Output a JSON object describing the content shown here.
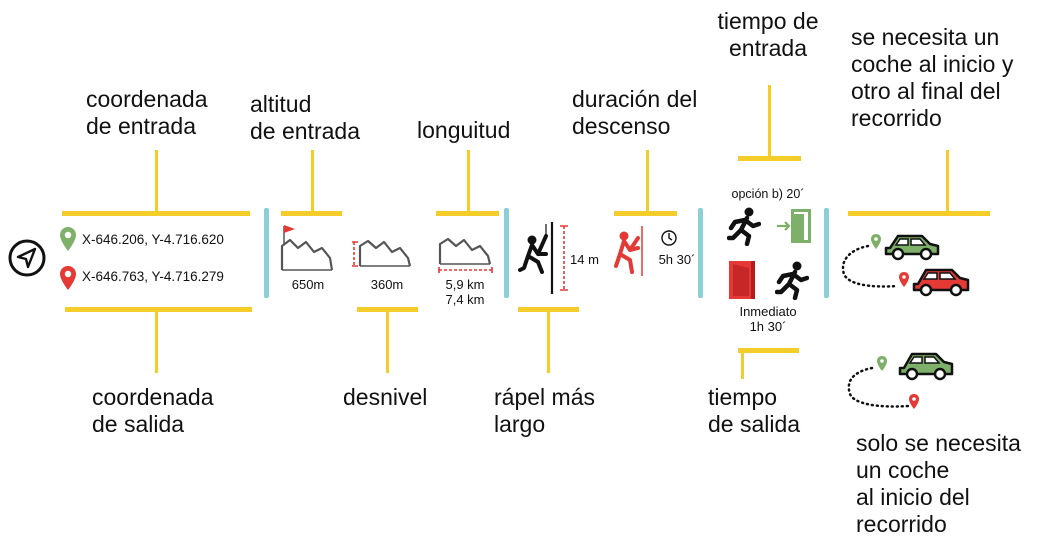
{
  "labels": {
    "coord_entrada": [
      "coordenada",
      "de entrada"
    ],
    "altitud_entrada": [
      "altitud",
      "de entrada"
    ],
    "longuitud": "longuitud",
    "duracion_descenso": [
      "duración del",
      "descenso"
    ],
    "tiempo_entrada": [
      "tiempo de",
      "entrada"
    ],
    "dos_coches": [
      "se necesita un",
      "coche al inicio y",
      "otro al final del",
      "recorrido"
    ],
    "coord_salida": [
      "coordenada",
      "de salida"
    ],
    "desnivel": "desnivel",
    "rapel_largo": [
      "rápel más",
      "largo"
    ],
    "tiempo_salida": [
      "tiempo",
      "de salida"
    ],
    "un_coche": [
      "solo se necesita",
      "un coche",
      "al inicio del",
      "recorrido"
    ]
  },
  "values": {
    "coord_start": "X-646.206, Y-4.716.620",
    "coord_end": "X-646.763, Y-4.716.279",
    "altitud": "650m",
    "desnivel": "360m",
    "longitud_1": "5,9 km",
    "longitud_2": "7,4 km",
    "rapel": "14 m",
    "duracion": "5h 30´",
    "entrada_tiempo": "opción b) 20´",
    "salida_1": "Inmediato",
    "salida_2": "1h 30´"
  },
  "colors": {
    "yellow": "#f5cd2b",
    "teal": "#8ccfd6",
    "green": "#7fb069",
    "red": "#e53935",
    "gray": "#555555"
  },
  "icons": [
    "compass-icon",
    "green-pin-icon",
    "red-pin-icon",
    "mountain-flag-icon",
    "mountain-height-icon",
    "mountain-length-icon",
    "rappel-icon",
    "descent-person-icon",
    "clock-icon",
    "runner-icon",
    "green-door-icon",
    "red-door-icon",
    "green-car-icon",
    "red-car-icon"
  ]
}
